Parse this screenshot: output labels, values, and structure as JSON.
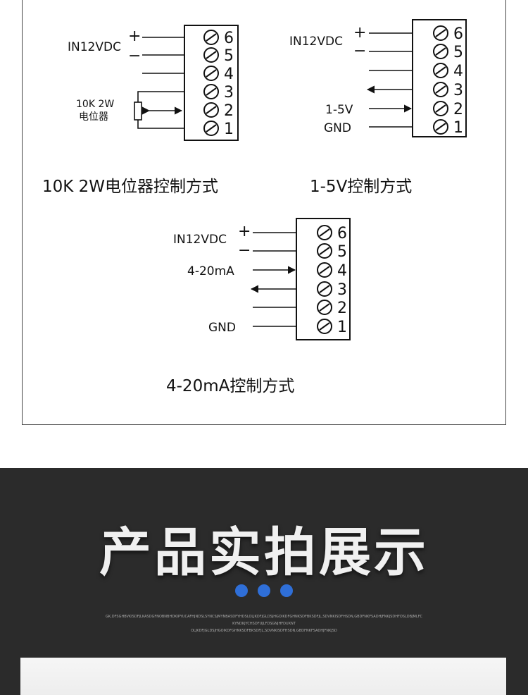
{
  "diagrams": {
    "potentiometer": {
      "supply_label": "IN12VDC",
      "plus": "+",
      "minus": "−",
      "resistor_label_line1": "10K 2W",
      "resistor_label_line2": "电位器",
      "terminals": [
        "6",
        "5",
        "4",
        "3",
        "2",
        "1"
      ],
      "caption": "10K 2W电位器控制方式"
    },
    "voltage": {
      "supply_label": "IN12VDC",
      "plus": "+",
      "minus": "−",
      "signal_label": "1-5V",
      "gnd_label": "GND",
      "terminals": [
        "6",
        "5",
        "4",
        "3",
        "2",
        "1"
      ],
      "caption": "1-5V控制方式"
    },
    "current": {
      "supply_label": "IN12VDC",
      "plus": "+",
      "minus": "−",
      "signal_label": "4-20mA",
      "gnd_label": "GND",
      "terminals": [
        "6",
        "5",
        "4",
        "3",
        "2",
        "1"
      ],
      "caption": "4-20mA控制方式"
    }
  },
  "showcase": {
    "title": "产品实拍展示",
    "fineprint_line1": "GK,DFSGHBVKISDFJLKASDGFNOBNBHDKIPYUCAFHJNDSLSYNCSJMYNBASDFYHDSLOLJKDFJGLDSJHGOIKDFGHNKSDFBKSDFJL,SDVNKISDFHSDN,GBDFNKFSADHJFNKJSDHFOSLDBJMLFC",
    "fineprint_line2": "KYNDKJYCHSDFUJLFDSGNJHFDUXNT",
    "fineprint_line3": "OLJKDFJGLDSJHGOIKDFGHNKSDFBKSDFJL,SDVNKISDFHSDN,GBDFNKFSADHJFNKJSD",
    "dot_color": "#2f6fd8",
    "background_color": "#2b2b2b"
  }
}
